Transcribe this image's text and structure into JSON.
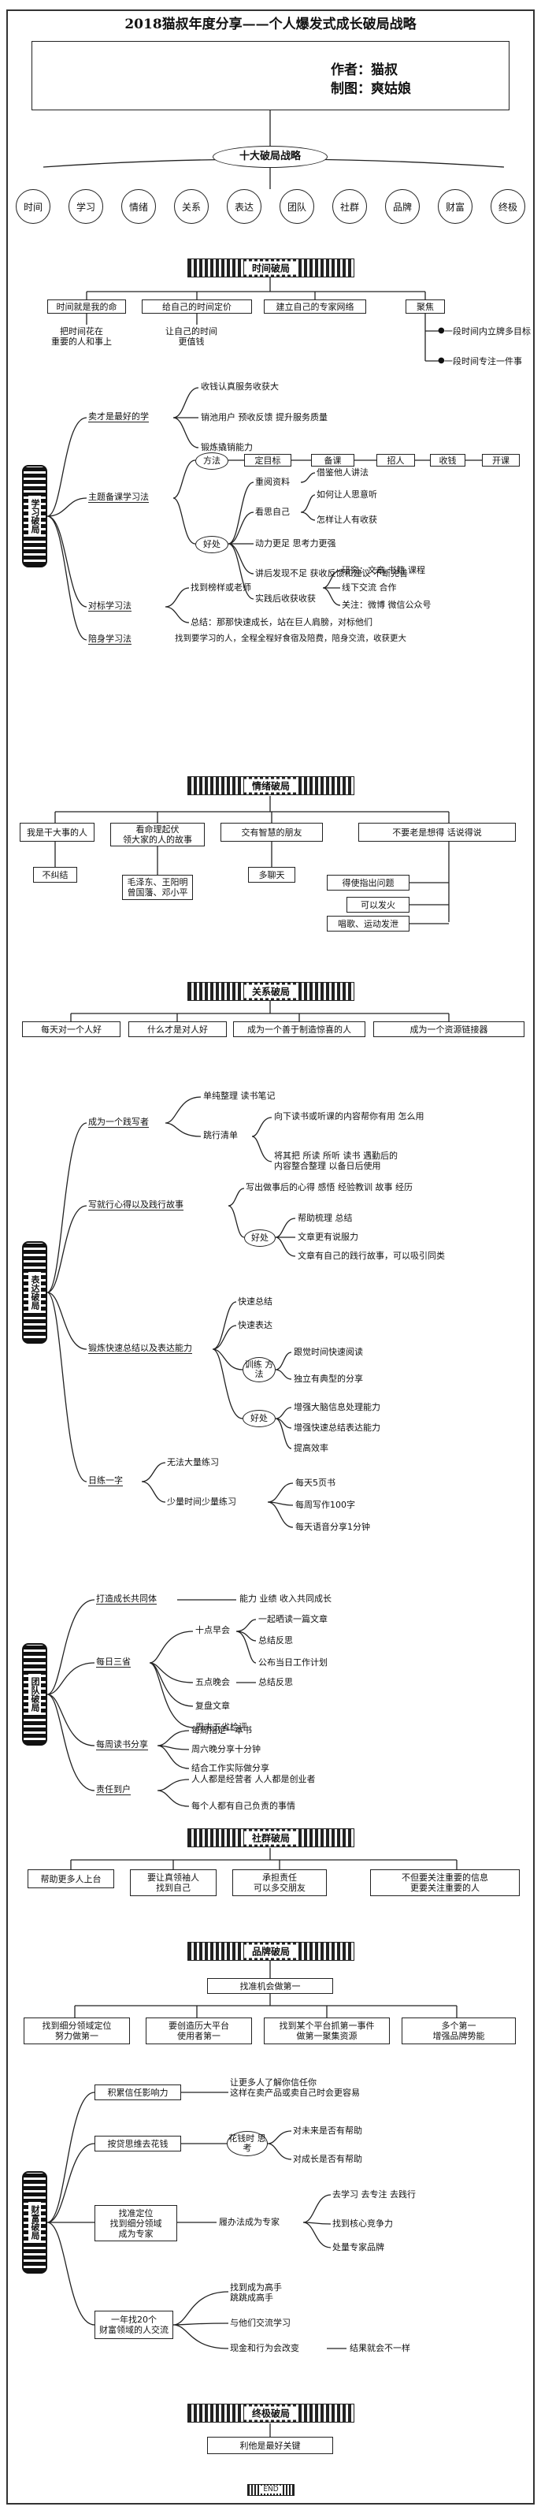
{
  "title": "2018猫叔年度分享——个人爆发式成长破局战略",
  "author": "作者：猫叔",
  "drawer": "制图：爽姑娘",
  "center": "十大破局战略",
  "strategies": [
    "时间",
    "学习",
    "情绪",
    "关系",
    "表达",
    "团队",
    "社群",
    "品牌",
    "财富",
    "终极"
  ],
  "sec1": {
    "banner": "时间破局",
    "items": [
      "时间就是我的命",
      "给自己的时间定价",
      "建立自己的专家网络",
      "聚焦"
    ],
    "sub1": "把时间花在\n重要的人和事上",
    "sub2": "让自己的时间\n更值钱",
    "focus1": "一段时间内立牌多目标",
    "focus2": "一段时间专注一件事"
  },
  "sec2": {
    "badge": "学习破局",
    "b1": "卖才是最好的学",
    "b1_items": [
      "收钱认真服务收获大",
      "销池用户 预收反馈 提升服务质量",
      "锻炼撬销能力"
    ],
    "b2": "主题备课学习法",
    "fangfa": "方法",
    "fangfa_steps": [
      "定目标",
      "备课",
      "招人",
      "收钱",
      "开课"
    ],
    "haochu": "好处",
    "haochu_items": [
      "重阅资料",
      "看思自己",
      "动力更足 思考力更强",
      "讲后发现不足 获收反馈和建议 不断完善",
      "实践后收获收获"
    ],
    "haochu_sub": [
      "借鉴他人讲法",
      "如何让人思意听",
      "怎样让人有收获"
    ],
    "b3": "对标学习法",
    "b3_items": [
      "找到榜样或老师",
      "总结：那那快速成长，站在巨人肩膀，对标他们"
    ],
    "b3_sub": [
      "研究：文章 书籍 课程",
      "线下交流 合作",
      "关注：微博 微信公众号"
    ],
    "b4": "陪身学习法",
    "b4_text": "找到要学习的人，全程全程好食宿及陪费，陪身交流，收获更大"
  },
  "sec3": {
    "banner": "情绪破局",
    "items": [
      "我是干大事的人",
      "看命理起伏\n领大家的人的故事",
      "交有智慧的朋友",
      "不要老是想得 话说得说"
    ],
    "subs": [
      "不纠结",
      "毛泽东、王阳明\n曾国藩、邓小平",
      "多聊天",
      "得使指出问题",
      "可以发火",
      "唱歌、运动发泄"
    ]
  },
  "sec4": {
    "banner": "关系破局",
    "items": [
      "每天对一个人好",
      "什么才是对人好",
      "成为一个善于制造惊喜的人",
      "成为一个资源链接器"
    ]
  },
  "sec5": {
    "badge": "表达破局",
    "b1": "成为一个践写者",
    "b1_items": [
      "单纯整理 读书笔记",
      "跳行清单"
    ],
    "b1_note": "向下读书或听课的内容帮你有用 怎么用",
    "b1_sub": [
      "将其把 所读 所听 读书 遇勤后的\n内容整合整理 以备日后使用"
    ],
    "b2": "写就行心得以及践行故事",
    "b2_note": "写出做事后的心得 感悟 经验教训 故事 经历",
    "b2_haochu": "好处",
    "b2_sub": [
      "帮助梳理 总结",
      "文章更有说服力",
      "文章有自己的践行故事，可以吸引同类"
    ],
    "b3": "锻炼快速总结以及表达能力",
    "b3_items": [
      "快速总结",
      "快速表达"
    ],
    "b3_xunlian": "训练\n方法",
    "b3_xl": [
      "跟觉时间快速阅读",
      "独立有典型的分享"
    ],
    "b3_haochu": "好处",
    "b3_hc": [
      "增强大脑信息处理能力",
      "增强快速总结表达能力",
      "提高效率"
    ],
    "b4": "日练一字",
    "b4_items": [
      "无法大量练习",
      "少量时间少量练习"
    ],
    "b4_sub": [
      "每天5页书",
      "每周写作100字",
      "每天语音分享1分钟"
    ]
  },
  "sec6": {
    "badge": "团队破局",
    "b1": "打造成长共同体",
    "b1_text": "能力 业绩 收入共同成长",
    "b2": "每日三省",
    "b2_items": [
      "十点早会",
      "五点晚会",
      "复盘文章",
      "周末五省检评"
    ],
    "b2_sub": [
      "一起晒读一篇文章",
      "总结反思",
      "公布当日工作计划",
      "总结反思"
    ],
    "b3": "每周读书分享",
    "b3_items": [
      "每周指定一本书",
      "周六晚分享十分钟",
      "结合工作实际做分享"
    ],
    "b4": "责任到户",
    "b4_items": [
      "人人都是经营者 人人都是创业者",
      "每个人都有自己负责的事情"
    ]
  },
  "sec7": {
    "banner": "社群破局",
    "items": [
      "帮助更多人上台",
      "要让真领袖人\n找到自己",
      "承担责任\n可以多交朋友",
      "不但要关注重要的信息\n更要关注重要的人"
    ]
  },
  "sec8": {
    "banner": "品牌破局",
    "top": "找准机会做第一",
    "items": [
      "找到细分领域定位\n努力做第一",
      "要创造历大平台\n使用者第一",
      "找到某个平台抓第一事件\n做第一聚集资源",
      "多个第一\n增强品牌势能"
    ]
  },
  "sec9": {
    "badge": "财富破局",
    "b1": "积累信任影响力",
    "b1_text": "让更多人了解你信任你\n这样在卖产品或卖自己时会更容易",
    "b2": "按贷思维去花钱",
    "b2_oval": "花钱时\n思考",
    "b2_items": [
      "对未来是否有帮助",
      "对成长是否有帮助"
    ],
    "b3": "找准定位\n找到细分领域\n成为专家",
    "b3_mid": "履办法成为专家",
    "b3_items": [
      "去学习 去专注 去践行",
      "找到核心竞争力",
      "处量专家品牌"
    ],
    "b4": "一年找20个\n财富领域的人交流",
    "b4_items": [
      "找到成为高手\n跳跳成高手",
      "与他们交流学习",
      "现金和行为会改变"
    ],
    "b4_note": "结果就会不一样"
  },
  "sec10": {
    "banner": "终极破局",
    "text": "利他是最好关键"
  },
  "footer": "END"
}
